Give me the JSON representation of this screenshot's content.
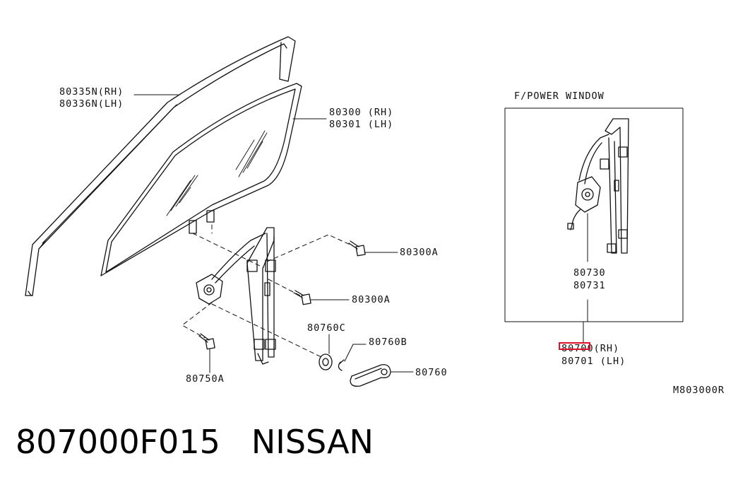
{
  "title": {
    "part_number": "807000F015",
    "brand": "NISSAN"
  },
  "callouts": {
    "molding_rh": "80335N(RH)",
    "molding_lh": "80336N(LH)",
    "glass_rh": "80300 (RH)",
    "glass_lh": "80301 (LH)",
    "bolt_upper": "80300A",
    "bolt_lower": "80300A",
    "bushing": "80760C",
    "clip": "80760B",
    "handle": "80760",
    "regulator_bolt": "80750A",
    "motor_rh": "80730",
    "motor_lh": "80731",
    "regulator_rh": "80700(RH)",
    "regulator_lh": "80701 (LH)"
  },
  "inset": {
    "label": "F/POWER WINDOW"
  },
  "diagram_code": "M803000R",
  "highlight": {
    "target": "80700",
    "color": "#e0102a"
  }
}
